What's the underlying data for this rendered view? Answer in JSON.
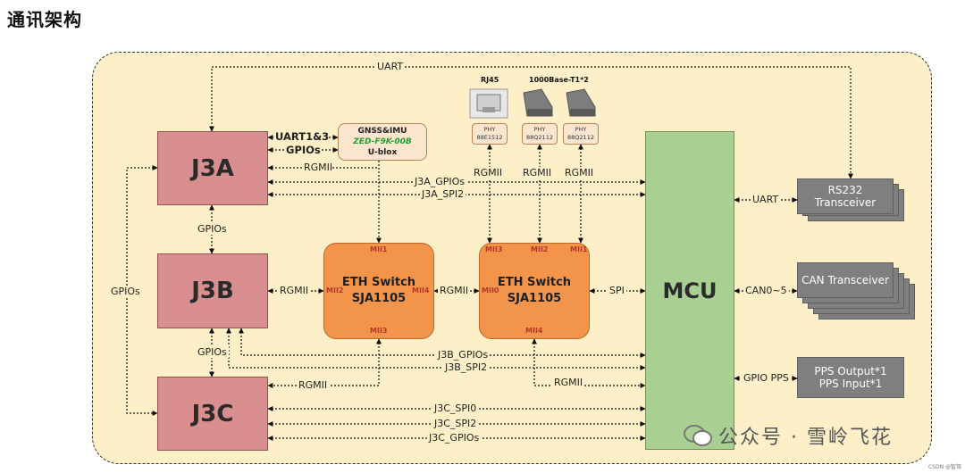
{
  "title": "通讯架构",
  "blocks": {
    "j3a": "J3A",
    "j3b": "J3B",
    "j3c": "J3C",
    "switch1": {
      "line1": "ETH Switch",
      "line2": "SJA1105"
    },
    "switch2": {
      "line1": "ETH Switch",
      "line2": "SJA1105"
    },
    "mcu": "MCU",
    "gnss": {
      "line1": "GNSS&IMU",
      "line2": "ZED-F9K-00B",
      "line3": "U-blox"
    },
    "rs232": {
      "line1": "RS232",
      "line2": "Transceiver"
    },
    "can": "CAN Transceiver",
    "pps": {
      "line1": "PPS Output*1",
      "line2": "PPS Input*1"
    }
  },
  "phys": [
    {
      "caption": "RJ45",
      "line1": "PHY",
      "line2": "88E1512"
    },
    {
      "caption": "1000Base-T1*2",
      "line1": "PHY",
      "line2": "88Q2112"
    },
    {
      "caption": "",
      "line1": "PHY",
      "line2": "88Q2112"
    }
  ],
  "ports": {
    "s1_top": "MII1",
    "s1_left": "MII2",
    "s1_right": "MII4",
    "s1_bottom": "MII3",
    "s2_top1": "MII3",
    "s2_top2": "MII2",
    "s2_top3": "MII1",
    "s2_left": "MII0",
    "s2_bottom": "MII4"
  },
  "labels": {
    "uart": "UART",
    "uart13": "UART1&3",
    "gpios_gnss": "GPIOs",
    "rgmii_gnss": "RGMII",
    "rgmii_phy1": "RGMII",
    "rgmii_phy2": "RGMII",
    "rgmii_phy3": "RGMII",
    "j3a_gpios": "J3A_GPIOs",
    "j3a_spi2": "J3A_SPI2",
    "uart_rs232": "UART",
    "gpios_ab": "GPIOs",
    "gpios_left": "GPIOs",
    "rgmii_j3b": "RGMII",
    "rgmii_sw": "RGMII",
    "spi": "SPI",
    "can_range": "CAN0~5",
    "gpios_bc": "GPIOs",
    "j3b_gpios": "J3B_GPIOs",
    "j3b_spi2": "J3B_SPI2",
    "rgmii_j3c": "RGMII",
    "rgmii_mcu": "RGMII",
    "gpio_pps": "GPIO PPS",
    "j3c_spi0": "J3C_SPI0",
    "j3c_spi2": "J3C_SPI2",
    "j3c_gpios": "J3C_GPIOs"
  },
  "watermark": "公众号 · 雪岭飞花",
  "credit": "CSDN @智驾"
}
